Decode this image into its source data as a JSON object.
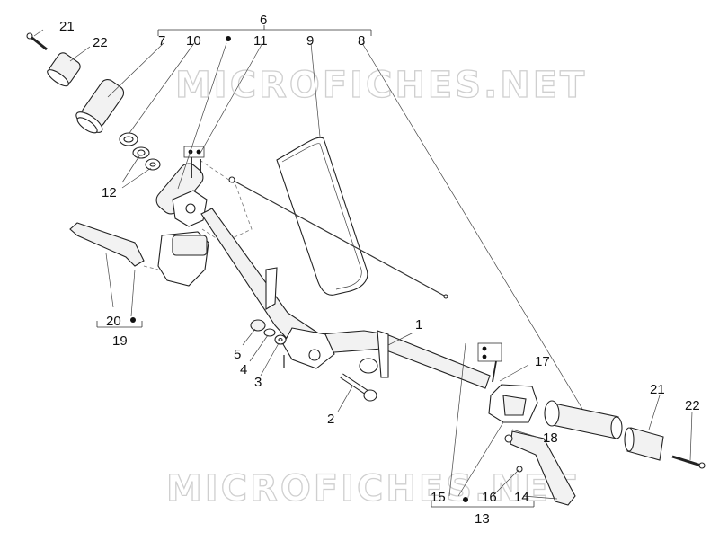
{
  "watermark": {
    "top": "MICROFICHES.NET",
    "bottom": "MICROFICHES.NET"
  },
  "callouts": {
    "c1": "1",
    "c2": "2",
    "c3": "3",
    "c4": "4",
    "c5": "5",
    "c6": "6",
    "c7": "7",
    "c8": "8",
    "c9": "9",
    "c10": "10",
    "c11": "11",
    "c12": "12",
    "c13": "13",
    "c14": "14",
    "c15": "15",
    "c16": "16",
    "c17": "17",
    "c18": "18",
    "c19": "19",
    "c20": "20",
    "c21_left": "21",
    "c22_left": "22",
    "c21_right": "21",
    "c22_right": "22"
  }
}
